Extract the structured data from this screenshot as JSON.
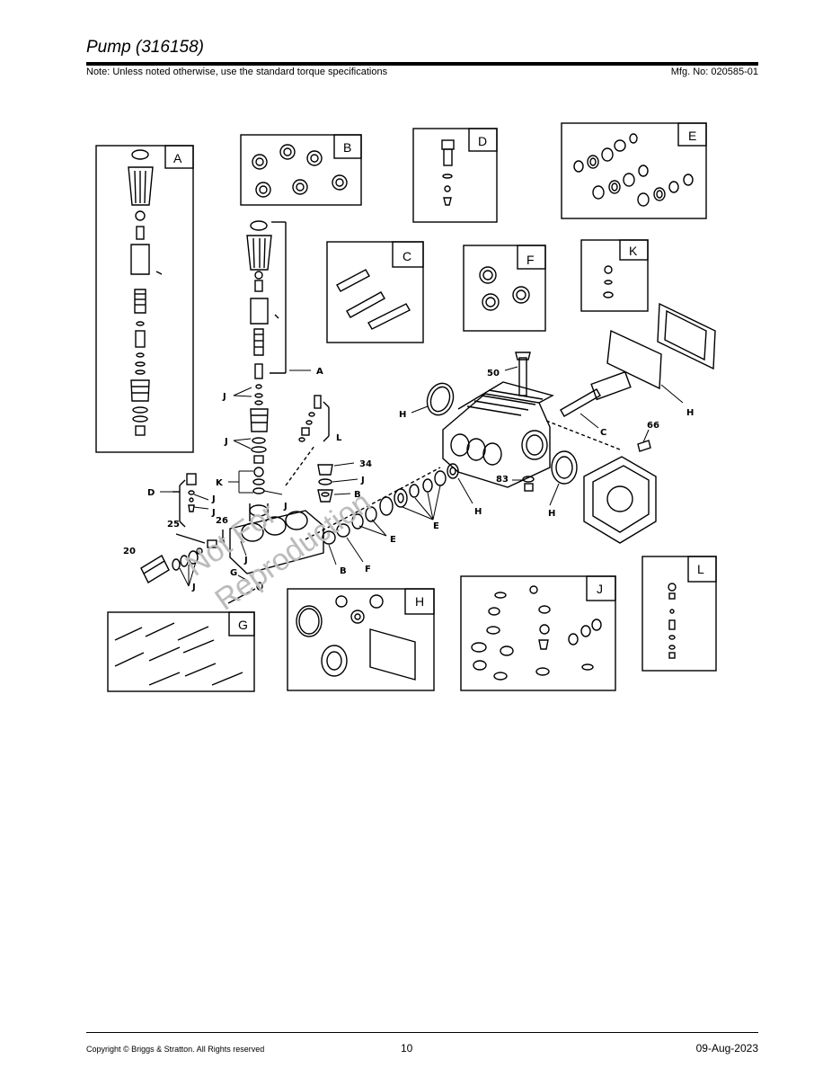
{
  "header": {
    "title": "Pump (316158)",
    "note": "Note: Unless noted otherwise, use the standard torque specifications",
    "mfg": "Mfg. No: 020585-01"
  },
  "watermark": {
    "line1": "Not For",
    "line2": "Reproduction"
  },
  "boxes": [
    {
      "letter": "A"
    },
    {
      "letter": "B"
    },
    {
      "letter": "C"
    },
    {
      "letter": "D"
    },
    {
      "letter": "E"
    },
    {
      "letter": "F"
    },
    {
      "letter": "G"
    },
    {
      "letter": "H"
    },
    {
      "letter": "J"
    },
    {
      "letter": "K"
    },
    {
      "letter": "L"
    }
  ],
  "callouts": {
    "a": "A",
    "j1": "J",
    "j2": "J",
    "l": "L",
    "k": "K",
    "j3": "J",
    "d": "D",
    "j4": "J",
    "j5": "J",
    "n25": "25",
    "n26": "26",
    "j6": "J",
    "n20": "20",
    "j7": "J",
    "g": "G",
    "n34": "34",
    "j8": "J",
    "b1": "B",
    "b2": "B",
    "f": "F",
    "e1": "E",
    "e2": "E",
    "h1": "H",
    "h2": "H",
    "h3": "H",
    "h4": "H",
    "n50": "50",
    "n83": "83",
    "c": "C",
    "n66": "66"
  },
  "footer": {
    "copyright": "Copyright ©  Briggs & Stratton. All Rights reserved",
    "page": "10",
    "date": "09-Aug-2023"
  }
}
